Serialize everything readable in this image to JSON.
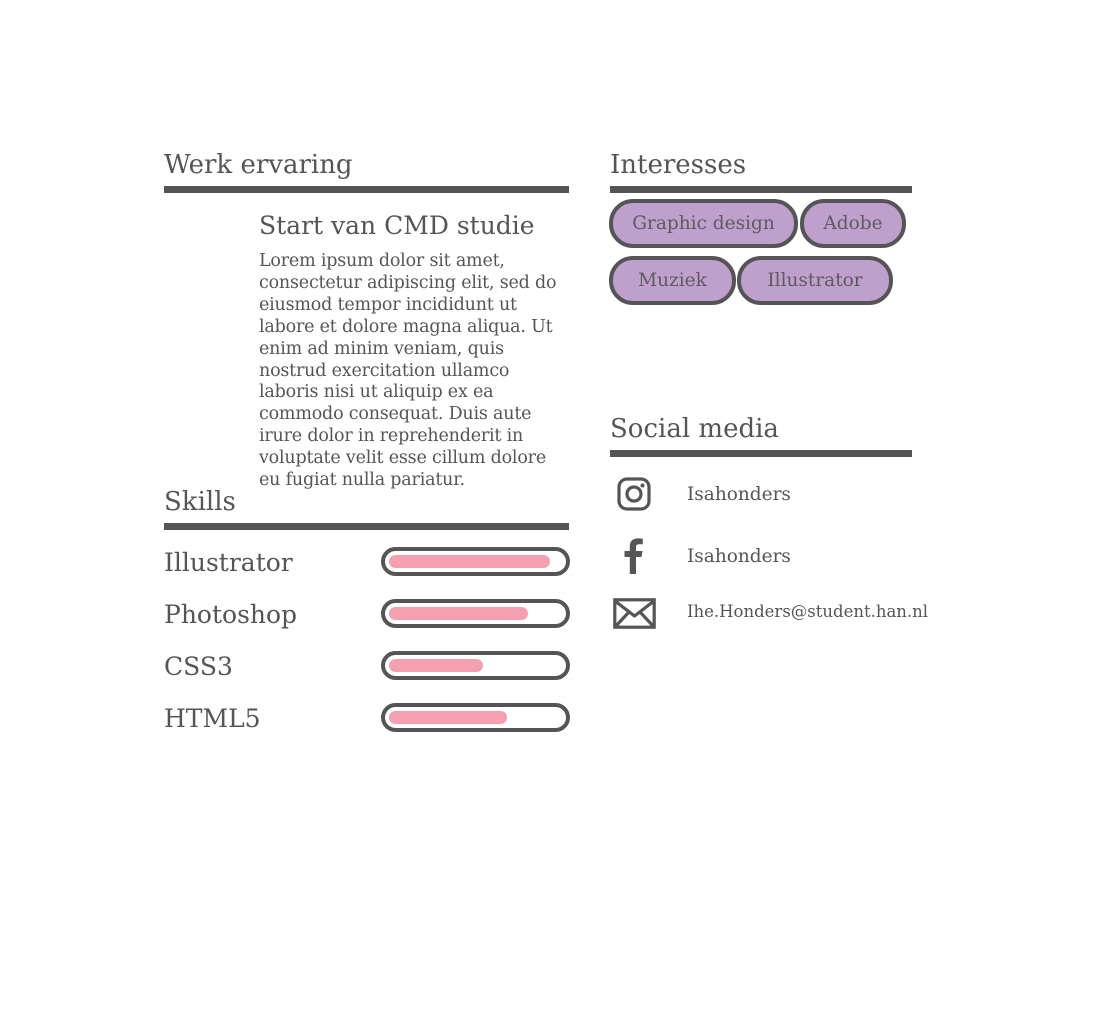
{
  "colors": {
    "text": "#555457",
    "rule": "#555457",
    "skill_fill": "#f5a0b0",
    "tag_fill": "#bfa0cc"
  },
  "work": {
    "title": "Werk ervaring",
    "job_title": "Start van CMD studie",
    "job_description": "Lorem ipsum dolor sit amet, consectetur adipiscing elit, sed do eiusmod tempor incididunt ut labore et dolore magna aliqua. Ut enim ad minim veniam, quis nostrud exercitation ullamco laboris nisi ut aliquip ex ea commodo consequat. Duis aute irure dolor in reprehenderit in voluptate velit esse cillum dolore eu fugiat nulla pariatur."
  },
  "skills": {
    "title": "Skills",
    "items": [
      {
        "label": "Illustrator",
        "level": 0.89
      },
      {
        "label": "Photoshop",
        "level": 0.77
      },
      {
        "label": "CSS3",
        "level": 0.52
      },
      {
        "label": "HTML5",
        "level": 0.65
      }
    ]
  },
  "interests": {
    "title": "Interesses",
    "tags": [
      "Graphic design",
      "Adobe",
      "Muziek",
      "Illustrator"
    ]
  },
  "social": {
    "title": "Social media",
    "items": [
      {
        "icon": "instagram-icon",
        "text": "Isahonders"
      },
      {
        "icon": "facebook-icon",
        "text": "Isahonders"
      },
      {
        "icon": "envelope-icon",
        "text": "Ihe.Honders@student.han.nl"
      }
    ]
  }
}
